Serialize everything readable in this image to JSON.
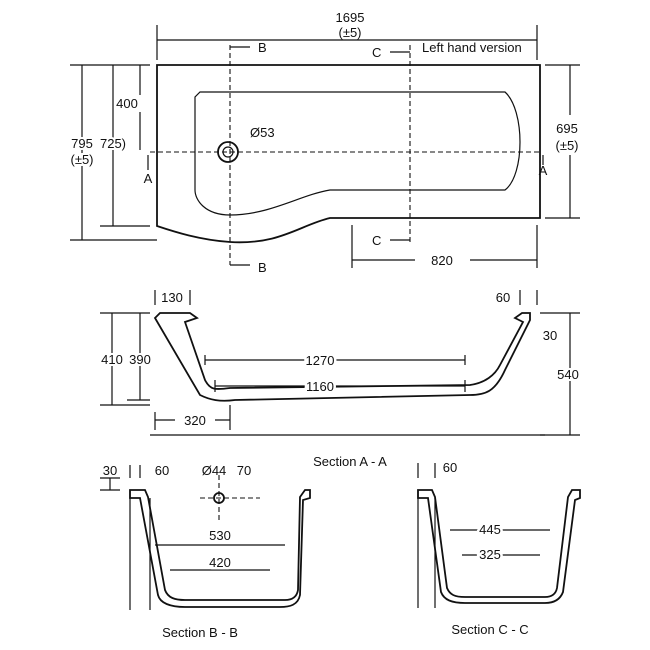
{
  "plan": {
    "overall_length": "1695",
    "tol": "(±5)",
    "b": "B",
    "c": "C",
    "hand": "Left hand version",
    "d400": "400",
    "d795": "795",
    "d725": "725)",
    "d53": "Ø53",
    "a": "A",
    "d695": "695",
    "d820": "820"
  },
  "section_a": {
    "title": "Section A - A",
    "d130": "130",
    "d60": "60",
    "d30": "30",
    "d410": "410",
    "d390": "390",
    "d1270": "1270",
    "d1160": "1160",
    "d320": "320",
    "d540": "540"
  },
  "section_b": {
    "title": "Section B - B",
    "d30": "30",
    "d60": "60",
    "d44": "Ø44",
    "d70": "70",
    "d530": "530",
    "d420": "420"
  },
  "section_c": {
    "title": "Section C - C",
    "d60": "60",
    "d445": "445",
    "d325": "325"
  }
}
